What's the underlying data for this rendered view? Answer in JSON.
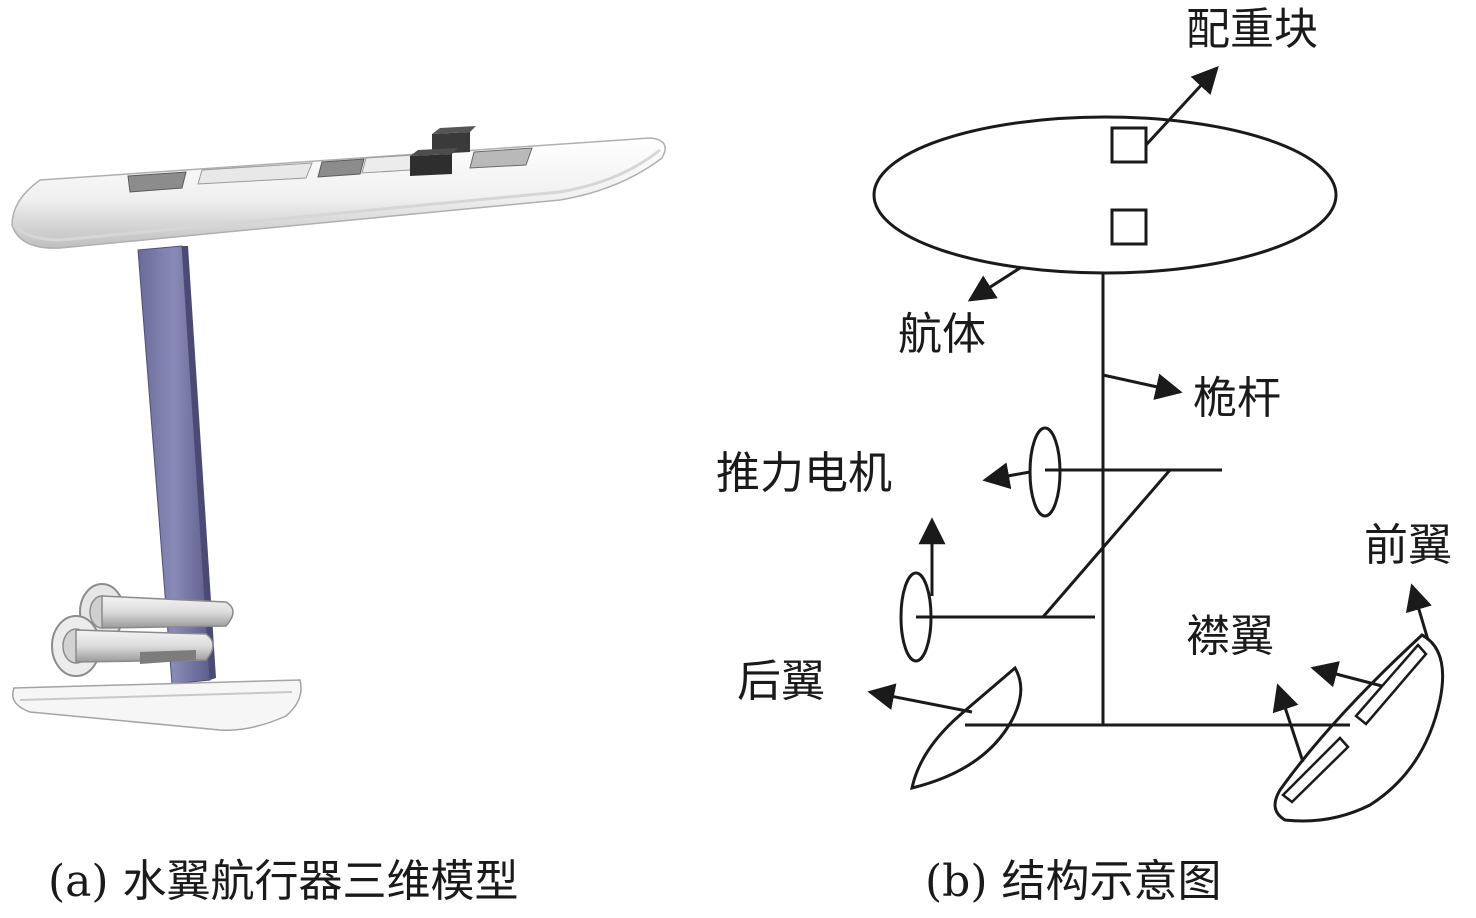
{
  "figure": {
    "captions": {
      "a": "(a) 水翼航行器三维模型",
      "b": "(b) 结构示意图"
    },
    "labels": {
      "counterweight": "配重块",
      "hull": "航体",
      "mast": "桅杆",
      "thruster": "推力电机",
      "front_wing": "前翼",
      "flap": "襟翼",
      "rear_wing": "后翼"
    },
    "colors": {
      "line": "#1a1a1a",
      "hull_fill": "#f2f2f2",
      "mast_fill": "#7a7aa6",
      "block_fill": "#333333"
    }
  }
}
